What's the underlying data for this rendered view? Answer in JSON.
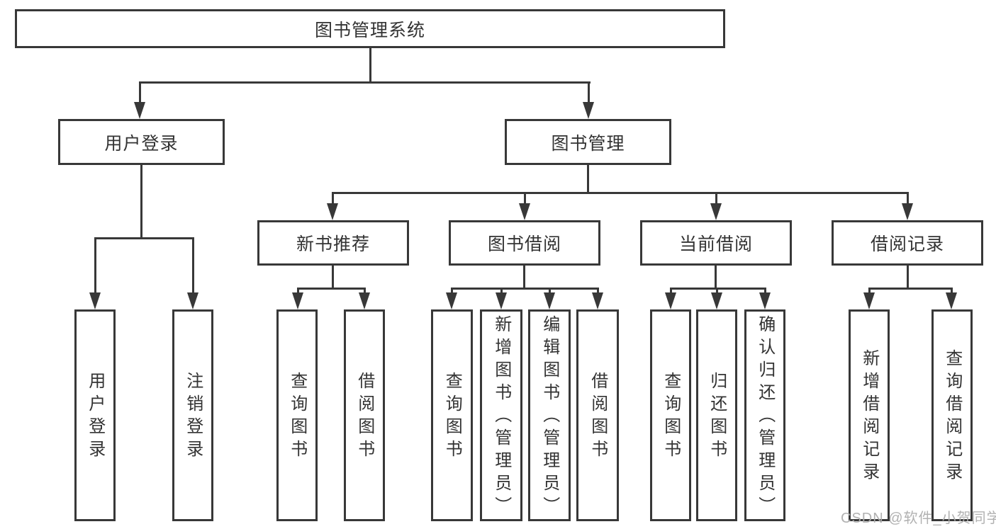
{
  "tree": {
    "label": "图书管理系统",
    "children": [
      {
        "label": "用户登录",
        "children": [
          {
            "label": "用户登录"
          },
          {
            "label": "注销登录"
          }
        ]
      },
      {
        "label": "图书管理",
        "children": [
          {
            "label": "新书推荐",
            "children": [
              {
                "label": "查询图书"
              },
              {
                "label": "借阅图书"
              }
            ]
          },
          {
            "label": "图书借阅",
            "children": [
              {
                "label": "查询图书"
              },
              {
                "label": "新增图书（管理员）"
              },
              {
                "label": "编辑图书（管理员）"
              },
              {
                "label": "借阅图书"
              }
            ]
          },
          {
            "label": "当前借阅",
            "children": [
              {
                "label": "查询图书"
              },
              {
                "label": "归还图书"
              },
              {
                "label": "确认归还（管理员）"
              }
            ]
          },
          {
            "label": "借阅记录",
            "children": [
              {
                "label": "新增借阅记录"
              },
              {
                "label": "查询借阅记录"
              }
            ]
          }
        ]
      }
    ]
  },
  "watermark": {
    "text": "CSDN @软件_小贺同学"
  },
  "colors": {
    "line": "#383838",
    "text": "#333333",
    "background": "#ffffff",
    "watermark": "#adadad"
  }
}
